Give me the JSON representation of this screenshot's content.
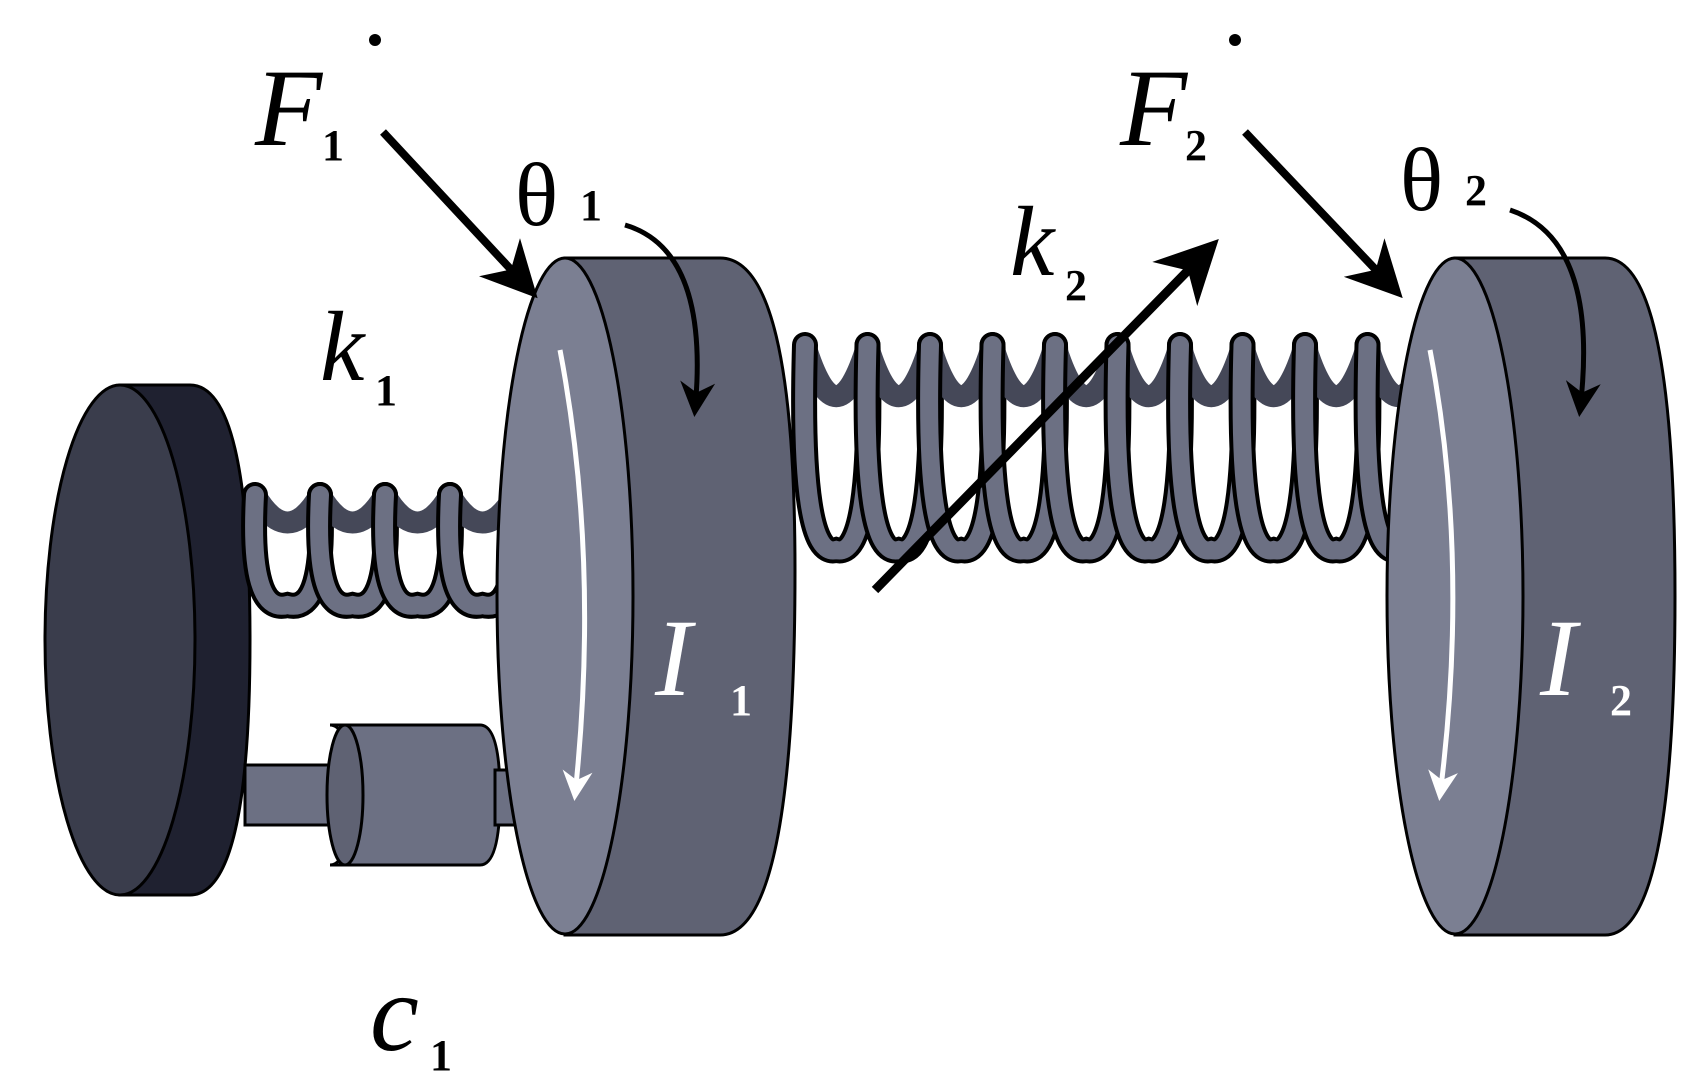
{
  "labels": {
    "force1": {
      "symbol": "F",
      "subscript": "1"
    },
    "force2": {
      "symbol": "F",
      "subscript": "2"
    },
    "theta1": {
      "symbol": "θ",
      "subscript": "1"
    },
    "theta2": {
      "symbol": "θ",
      "subscript": "2"
    },
    "spring1": {
      "symbol": "k",
      "subscript": "1"
    },
    "spring2": {
      "symbol": "k",
      "subscript": "2"
    },
    "damper1": {
      "symbol": "c",
      "subscript": "1"
    },
    "inertia1": {
      "symbol": "I",
      "subscript": "1"
    },
    "inertia2": {
      "symbol": "I",
      "subscript": "2"
    }
  },
  "colors": {
    "disk_face": "#7b7f92",
    "disk_side": "#5f6273",
    "wall_face": "#3a3d4c",
    "wall_side": "#1f2130",
    "spring": "#6c7083",
    "spring_dark": "#454858",
    "ink": "#000000",
    "white": "#ffffff"
  }
}
